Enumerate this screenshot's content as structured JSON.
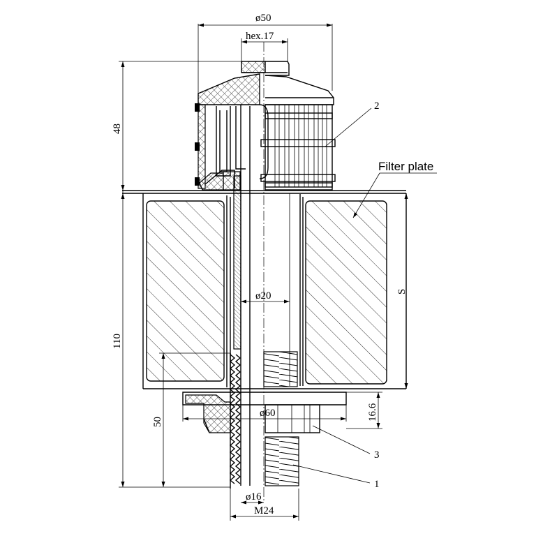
{
  "dimensions": {
    "outer_diameter": "ø50",
    "hex": "hex.17",
    "height_top": "48",
    "height_total": "110",
    "thread_length": "50",
    "bore_diameter": "ø20",
    "plate_thickness": "S",
    "flange_diameter": "ø60",
    "flange_height": "16.6",
    "pipe_diameter": "ø16",
    "thread_size": "M24"
  },
  "labels": {
    "filter_plate": "Filter plate",
    "part_1": "1",
    "part_2": "2",
    "part_3": "3"
  }
}
